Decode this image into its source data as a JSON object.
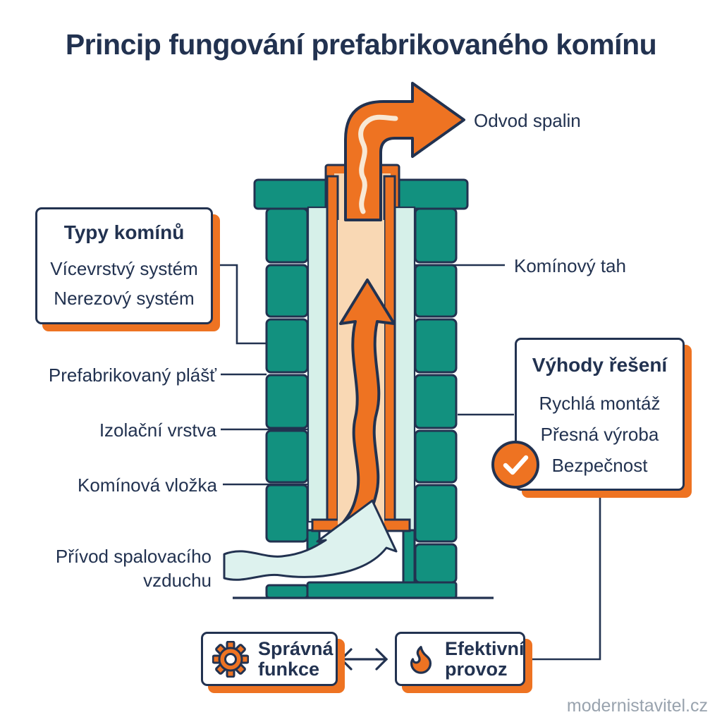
{
  "title": "Princip fungování prefabrikovaného komínu",
  "diagram_labels": {
    "flue_gas_outlet": "Odvod spalin",
    "chimney_draft": "Komínový tah",
    "prefabricated_shell": "Prefabrikovaný plášť",
    "insulation_layer": "Izolační vrstva",
    "chimney_liner": "Komínová vložka",
    "combustion_air_supply": "Přívod spalovacího vzduchu"
  },
  "chimney_types_box": {
    "title": "Typy komínů",
    "items": [
      "Vícevrstvý systém",
      "Nerezový systém"
    ]
  },
  "benefits_box": {
    "title": "Výhody řešení",
    "items": [
      "Rychlá montáž",
      "Přesná výroba",
      "Bezpečnost"
    ]
  },
  "function_box": {
    "label": "Správná funkce"
  },
  "operation_box": {
    "label": "Efektivní provoz"
  },
  "icons": {
    "benefits_check": "check-icon",
    "function": "gear-icon",
    "operation": "flame-icon",
    "relation": "double-arrow-icon"
  },
  "watermark": "modernistavitel.cz",
  "colors": {
    "teal": "#12917F",
    "mint": "#D6F0E9",
    "orange": "#EE7322",
    "peach": "#F9D8B4",
    "navy": "#223250",
    "air": "#DDF2EE",
    "cream": "#F8E8D4",
    "wm": "#99A3AE",
    "bg": "#FFFFFF"
  }
}
